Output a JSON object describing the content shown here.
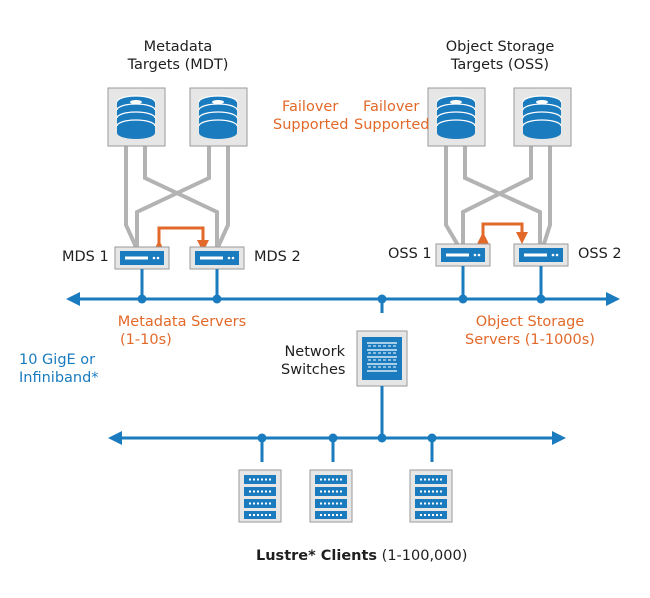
{
  "mdt": {
    "line1": "Metadata",
    "line2": "Targets (MDT)"
  },
  "oss_targets": {
    "line1": "Object Storage",
    "line2": "Targets (OSS)"
  },
  "failover_left": {
    "line1": "Failover",
    "line2": "Supported"
  },
  "failover_right": {
    "line1": "Failover",
    "line2": "Supported"
  },
  "mds1": "MDS 1",
  "mds2": "MDS 2",
  "oss1": "OSS 1",
  "oss2": "OSS 2",
  "metadata_servers": {
    "line1": "Metadata Servers",
    "line2": "(1-10s)"
  },
  "object_storage_servers": {
    "line1": "Object Storage",
    "line2": "Servers (1-1000s)"
  },
  "network_switches": {
    "line1": "Network",
    "line2": "Switches"
  },
  "link_type": {
    "line1": "10 GigE or",
    "line2": "Infiniband*"
  },
  "clients": {
    "name": "Lustre* Clients",
    "count": "(1-100,000)"
  },
  "colors": {
    "network_blue": "#1a7bbf",
    "failover_orange": "#e2692a",
    "link_gray": "#b3b3b3"
  }
}
